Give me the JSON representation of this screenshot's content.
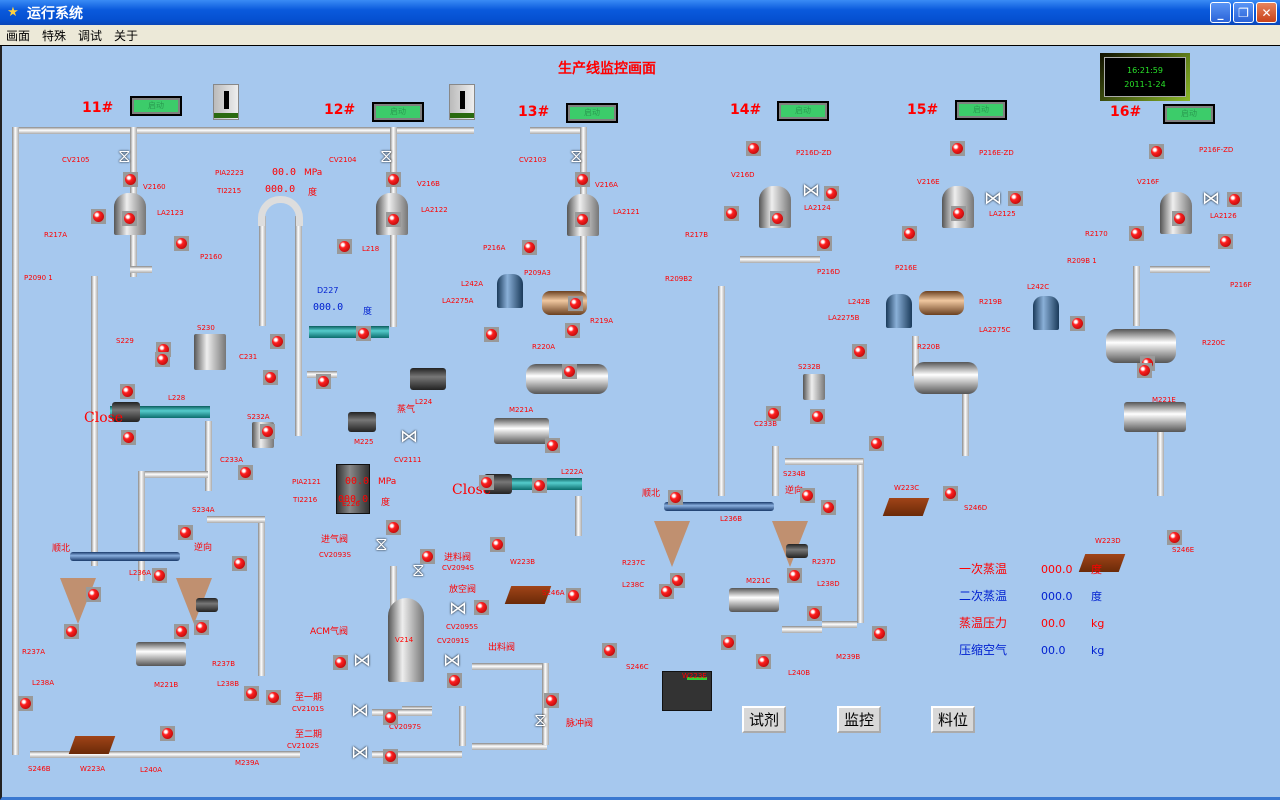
{
  "window": {
    "title": "运行系统",
    "buttons": [
      "minimize",
      "restore",
      "close"
    ]
  },
  "menu": [
    "画面",
    "特殊",
    "调试",
    "关于"
  ],
  "page_title": "生产线监控画面",
  "clock": {
    "time": "16:21:59",
    "date": "2011-1-24"
  },
  "lines": [
    {
      "id": "11#",
      "start_label": "启动"
    },
    {
      "id": "12#",
      "start_label": "启动"
    },
    {
      "id": "13#",
      "start_label": "启动"
    },
    {
      "id": "14#",
      "start_label": "启动"
    },
    {
      "id": "15#",
      "start_label": "启动"
    },
    {
      "id": "16#",
      "start_label": "启动"
    }
  ],
  "readings_top": {
    "pia": "PIA2223",
    "pia_val": "00.0",
    "pia_unit": "MPa",
    "ti": "TI2215",
    "ti_val": "000.0",
    "ti_unit": "度"
  },
  "readings_mid": {
    "pia": "PIA2121",
    "pia_val": "00.0",
    "pia_unit": "MPa",
    "ti": "TI2216",
    "ti_val": "000.0",
    "ti_unit": "度"
  },
  "d227": {
    "tag": "D227",
    "value": "000.0",
    "unit": "度"
  },
  "close_labels": [
    "Close",
    "Close"
  ],
  "tags": {
    "cv2105": "CV2105",
    "v2160": "V2160",
    "la2123": "LA2123",
    "r217a": "R217A",
    "p2160": "P2160",
    "p2090_1": "P2090 1",
    "cv2104": "CV2104",
    "v216b": "V216B",
    "la2122": "LA2122",
    "l218": "L218",
    "cv2103": "CV2103",
    "v216a": "V216A",
    "la2121": "LA2121",
    "p216a": "P216A",
    "p209a3": "P209A3",
    "l242a": "L242A",
    "la2275a": "LA2275A",
    "r219a": "R219A",
    "r220a": "R220A",
    "m221a": "M221A",
    "l222a": "L222A",
    "w223b": "W223B",
    "s246a": "S246A",
    "p216d_zd": "P216D-ZD",
    "v216d": "V216D",
    "la2124": "LA2124",
    "r217b": "R217B",
    "p216d": "P216D",
    "r209b2": "R209B2",
    "p216e_zd": "P216E-ZD",
    "v216e": "V216E",
    "la2125": "LA2125",
    "p216e": "P216E",
    "l242b": "L242B",
    "la2275b": "LA2275B",
    "r219b": "R219B",
    "la2275c": "LA2275C",
    "r220b": "R220B",
    "w223c": "W223C",
    "s246d": "S246D",
    "p216f_zd": "P216F-ZD",
    "v216f": "V216F",
    "la2126": "LA2126",
    "r2170": "R2170",
    "r209b1": "R209B 1",
    "p216f": "P216F",
    "l242c": "L242C",
    "r220c": "R220C",
    "m221e": "M221E",
    "w223d": "W223D",
    "s246e": "S246E",
    "s229": "S229",
    "s230": "S230",
    "c231": "C231",
    "l228": "L228",
    "s232a": "S232A",
    "c233a": "C233A",
    "s234a": "S234A",
    "l224": "L224",
    "m225": "M225",
    "e226": "E226",
    "cv2111": "CV2111",
    "steam": "蒸气",
    "shunbei_a": "顺北",
    "nini_a": "逆向",
    "l236a": "L236A",
    "r237a": "R237A",
    "r237b": "R237B",
    "l238a": "L238A",
    "l238b": "L238B",
    "m221b": "M221B",
    "s246b": "S246B",
    "w223a": "W223A",
    "l240a": "L240A",
    "m239a": "M239A",
    "jinqi": "进气阀",
    "cv2093": "CV2093S",
    "jinliao": "进料阀",
    "cv2094": "CV2094S",
    "fangkong": "放空阀",
    "cv2095": "CV2095S",
    "acm": "ACM气阀",
    "v214": "V214",
    "cv2091": "CV2091S",
    "chuliao": "出料阀",
    "zhi1": "至一期",
    "cv2101": "CV2101S",
    "cv2097": "CV2097S",
    "zhi2": "至二期",
    "cv2102": "CV2102S",
    "maichong": "脉冲阀",
    "s232b": "S232B",
    "c233b": "C233B",
    "s234b": "S234B",
    "shunbei_b": "顺北",
    "nini_b": "逆向",
    "l236b": "L236B",
    "r237c": "R237C",
    "r237d": "R237D",
    "l238c": "L238C",
    "l238d": "L238D",
    "m221c": "M221C",
    "s246c": "S246C",
    "w223e": "W223E",
    "l240b": "L240B",
    "m239b": "M239B"
  },
  "status_panel": [
    {
      "label": "一次蒸温",
      "value": "000.0",
      "unit": "度",
      "color": "#ff0000"
    },
    {
      "label": "二次蒸温",
      "value": "000.0",
      "unit": "度",
      "color": "#0020d0"
    },
    {
      "label": "蒸温压力",
      "value": "00.0",
      "unit": "kg",
      "color": "#ff0000"
    },
    {
      "label": "压缩空气",
      "value": "00.0",
      "unit": "kg",
      "color": "#0020d0"
    }
  ],
  "nav_buttons": [
    "试剂",
    "监控",
    "料位"
  ]
}
